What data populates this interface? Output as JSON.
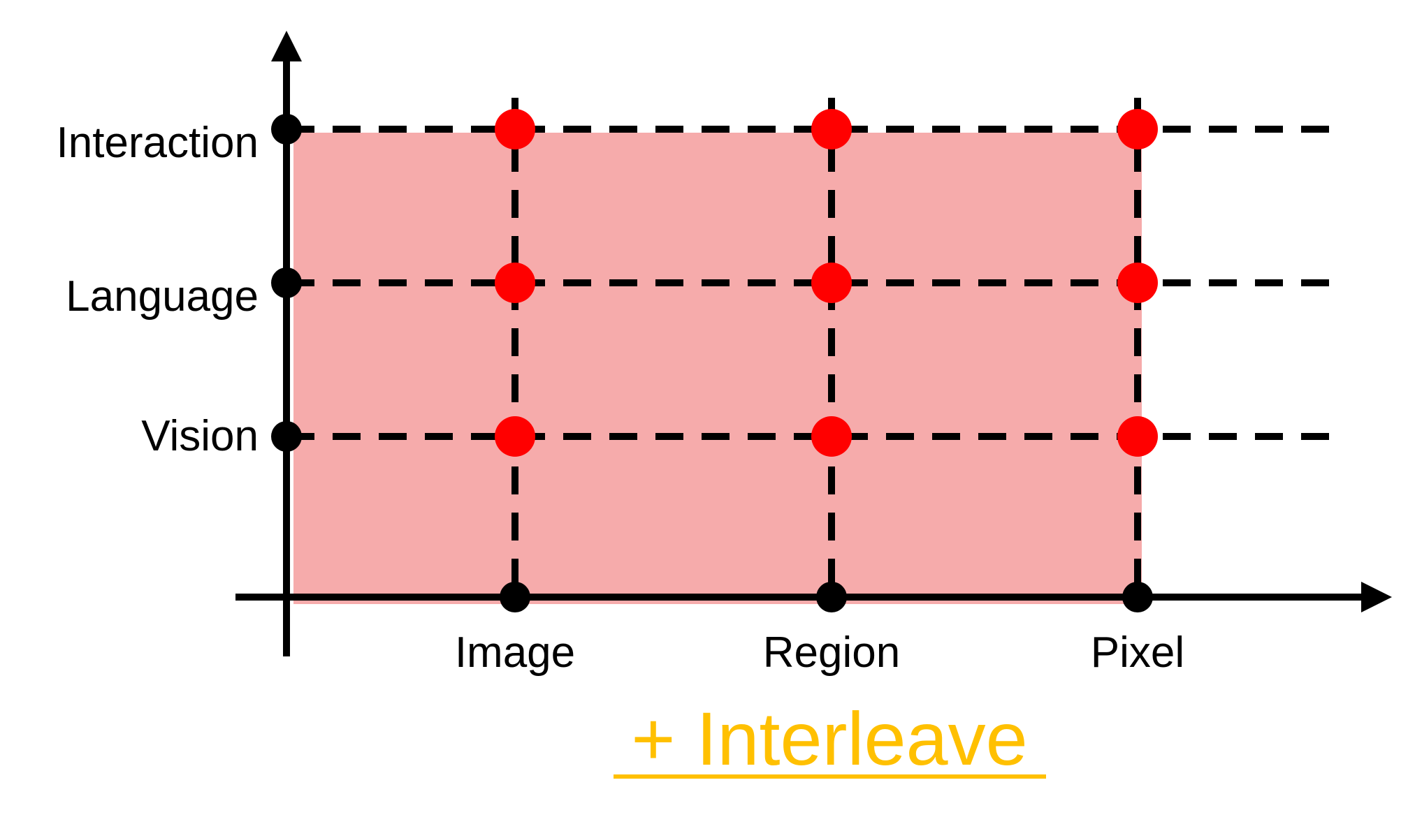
{
  "diagram": {
    "y_axis": {
      "levels": [
        "Vision",
        "Language",
        "Interaction"
      ]
    },
    "x_axis": {
      "levels": [
        "Image",
        "Region",
        "Pixel"
      ]
    },
    "points": [
      {
        "x": "Image",
        "y": "Vision"
      },
      {
        "x": "Image",
        "y": "Language"
      },
      {
        "x": "Image",
        "y": "Interaction"
      },
      {
        "x": "Region",
        "y": "Vision"
      },
      {
        "x": "Region",
        "y": "Language"
      },
      {
        "x": "Region",
        "y": "Interaction"
      },
      {
        "x": "Pixel",
        "y": "Vision"
      },
      {
        "x": "Pixel",
        "y": "Language"
      },
      {
        "x": "Pixel",
        "y": "Interaction"
      }
    ],
    "caption": "+ Interleave",
    "colors": {
      "axis": "#000000",
      "point": "#ff0000",
      "area_fill": "#f6abab",
      "caption": "#ffc000"
    }
  }
}
